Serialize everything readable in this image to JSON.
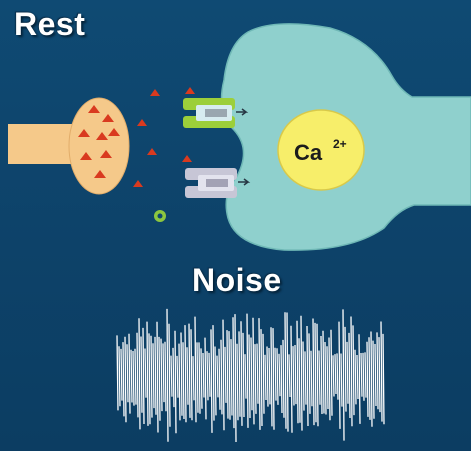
{
  "labels": {
    "rest": "Rest",
    "noise": "Noise",
    "ion_main": "Ca",
    "ion_charge": "2+"
  },
  "colors": {
    "background": "#0e4670",
    "presynaptic": "#f5c98a",
    "postsynaptic": "#8fd0cd",
    "ion_circle": "#f7ee6a",
    "neurotransmitter": "#d93a1f",
    "receptor_green": "#9ccf3a",
    "receptor_gray": "#c7c6d6",
    "noise_trace": "#ffffff"
  }
}
